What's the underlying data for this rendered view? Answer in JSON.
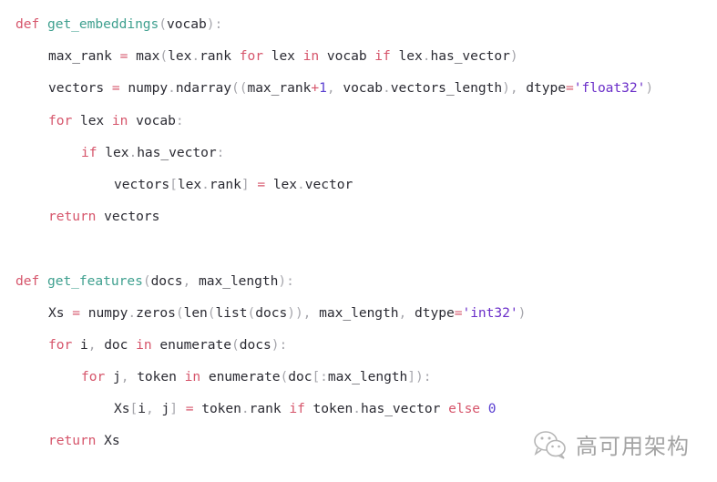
{
  "code": {
    "language": "python",
    "colors": {
      "keyword": "#d6556b",
      "function_name": "#3fa08f",
      "punctuation": "#a7a7ad",
      "number": "#5a3fd1",
      "string": "#6b2fc9",
      "text": "#2b2b33"
    },
    "lines": [
      {
        "indent": 0,
        "tokens": [
          {
            "t": "kw",
            "v": "def"
          },
          {
            "t": "plain",
            "v": " "
          },
          {
            "t": "fn",
            "v": "get_embeddings"
          },
          {
            "t": "punc",
            "v": "("
          },
          {
            "t": "plain",
            "v": "vocab"
          },
          {
            "t": "punc",
            "v": "):"
          }
        ]
      },
      {
        "indent": 1,
        "tokens": [
          {
            "t": "plain",
            "v": "max_rank "
          },
          {
            "t": "op",
            "v": "="
          },
          {
            "t": "plain",
            "v": " max"
          },
          {
            "t": "punc",
            "v": "("
          },
          {
            "t": "plain",
            "v": "lex"
          },
          {
            "t": "punc",
            "v": "."
          },
          {
            "t": "plain",
            "v": "rank "
          },
          {
            "t": "kw",
            "v": "for"
          },
          {
            "t": "plain",
            "v": " lex "
          },
          {
            "t": "kw",
            "v": "in"
          },
          {
            "t": "plain",
            "v": " vocab "
          },
          {
            "t": "kw",
            "v": "if"
          },
          {
            "t": "plain",
            "v": " lex"
          },
          {
            "t": "punc",
            "v": "."
          },
          {
            "t": "plain",
            "v": "has_vector"
          },
          {
            "t": "punc",
            "v": ")"
          }
        ]
      },
      {
        "indent": 1,
        "tokens": [
          {
            "t": "plain",
            "v": "vectors "
          },
          {
            "t": "op",
            "v": "="
          },
          {
            "t": "plain",
            "v": " numpy"
          },
          {
            "t": "punc",
            "v": "."
          },
          {
            "t": "plain",
            "v": "ndarray"
          },
          {
            "t": "punc",
            "v": "(("
          },
          {
            "t": "plain",
            "v": "max_rank"
          },
          {
            "t": "op",
            "v": "+"
          },
          {
            "t": "num",
            "v": "1"
          },
          {
            "t": "punc",
            "v": ","
          },
          {
            "t": "plain",
            "v": " vocab"
          },
          {
            "t": "punc",
            "v": "."
          },
          {
            "t": "plain",
            "v": "vectors_length"
          },
          {
            "t": "punc",
            "v": "),"
          },
          {
            "t": "plain",
            "v": " dtype"
          },
          {
            "t": "op",
            "v": "="
          },
          {
            "t": "str",
            "v": "'float32'"
          },
          {
            "t": "punc",
            "v": ")"
          }
        ]
      },
      {
        "indent": 1,
        "tokens": [
          {
            "t": "kw",
            "v": "for"
          },
          {
            "t": "plain",
            "v": " lex "
          },
          {
            "t": "kw",
            "v": "in"
          },
          {
            "t": "plain",
            "v": " vocab"
          },
          {
            "t": "punc",
            "v": ":"
          }
        ]
      },
      {
        "indent": 2,
        "tokens": [
          {
            "t": "kw",
            "v": "if"
          },
          {
            "t": "plain",
            "v": " lex"
          },
          {
            "t": "punc",
            "v": "."
          },
          {
            "t": "plain",
            "v": "has_vector"
          },
          {
            "t": "punc",
            "v": ":"
          }
        ]
      },
      {
        "indent": 3,
        "tokens": [
          {
            "t": "plain",
            "v": "vectors"
          },
          {
            "t": "punc",
            "v": "["
          },
          {
            "t": "plain",
            "v": "lex"
          },
          {
            "t": "punc",
            "v": "."
          },
          {
            "t": "plain",
            "v": "rank"
          },
          {
            "t": "punc",
            "v": "]"
          },
          {
            "t": "plain",
            "v": " "
          },
          {
            "t": "op",
            "v": "="
          },
          {
            "t": "plain",
            "v": " lex"
          },
          {
            "t": "punc",
            "v": "."
          },
          {
            "t": "plain",
            "v": "vector"
          }
        ]
      },
      {
        "indent": 1,
        "tokens": [
          {
            "t": "kw",
            "v": "return"
          },
          {
            "t": "plain",
            "v": " vectors"
          }
        ]
      },
      {
        "indent": 0,
        "tokens": []
      },
      {
        "indent": 0,
        "tokens": [
          {
            "t": "kw",
            "v": "def"
          },
          {
            "t": "plain",
            "v": " "
          },
          {
            "t": "fn",
            "v": "get_features"
          },
          {
            "t": "punc",
            "v": "("
          },
          {
            "t": "plain",
            "v": "docs"
          },
          {
            "t": "punc",
            "v": ","
          },
          {
            "t": "plain",
            "v": " max_length"
          },
          {
            "t": "punc",
            "v": "):"
          }
        ]
      },
      {
        "indent": 1,
        "tokens": [
          {
            "t": "plain",
            "v": "Xs "
          },
          {
            "t": "op",
            "v": "="
          },
          {
            "t": "plain",
            "v": " numpy"
          },
          {
            "t": "punc",
            "v": "."
          },
          {
            "t": "plain",
            "v": "zeros"
          },
          {
            "t": "punc",
            "v": "("
          },
          {
            "t": "plain",
            "v": "len"
          },
          {
            "t": "punc",
            "v": "("
          },
          {
            "t": "plain",
            "v": "list"
          },
          {
            "t": "punc",
            "v": "("
          },
          {
            "t": "plain",
            "v": "docs"
          },
          {
            "t": "punc",
            "v": ")),"
          },
          {
            "t": "plain",
            "v": " max_length"
          },
          {
            "t": "punc",
            "v": ","
          },
          {
            "t": "plain",
            "v": " dtype"
          },
          {
            "t": "op",
            "v": "="
          },
          {
            "t": "str",
            "v": "'int32'"
          },
          {
            "t": "punc",
            "v": ")"
          }
        ]
      },
      {
        "indent": 1,
        "tokens": [
          {
            "t": "kw",
            "v": "for"
          },
          {
            "t": "plain",
            "v": " i"
          },
          {
            "t": "punc",
            "v": ","
          },
          {
            "t": "plain",
            "v": " doc "
          },
          {
            "t": "kw",
            "v": "in"
          },
          {
            "t": "plain",
            "v": " enumerate"
          },
          {
            "t": "punc",
            "v": "("
          },
          {
            "t": "plain",
            "v": "docs"
          },
          {
            "t": "punc",
            "v": "):"
          }
        ]
      },
      {
        "indent": 2,
        "tokens": [
          {
            "t": "kw",
            "v": "for"
          },
          {
            "t": "plain",
            "v": " j"
          },
          {
            "t": "punc",
            "v": ","
          },
          {
            "t": "plain",
            "v": " token "
          },
          {
            "t": "kw",
            "v": "in"
          },
          {
            "t": "plain",
            "v": " enumerate"
          },
          {
            "t": "punc",
            "v": "("
          },
          {
            "t": "plain",
            "v": "doc"
          },
          {
            "t": "punc",
            "v": "[:"
          },
          {
            "t": "plain",
            "v": "max_length"
          },
          {
            "t": "punc",
            "v": "]):"
          }
        ]
      },
      {
        "indent": 3,
        "tokens": [
          {
            "t": "plain",
            "v": "Xs"
          },
          {
            "t": "punc",
            "v": "["
          },
          {
            "t": "plain",
            "v": "i"
          },
          {
            "t": "punc",
            "v": ","
          },
          {
            "t": "plain",
            "v": " j"
          },
          {
            "t": "punc",
            "v": "]"
          },
          {
            "t": "plain",
            "v": " "
          },
          {
            "t": "op",
            "v": "="
          },
          {
            "t": "plain",
            "v": " token"
          },
          {
            "t": "punc",
            "v": "."
          },
          {
            "t": "plain",
            "v": "rank "
          },
          {
            "t": "kw",
            "v": "if"
          },
          {
            "t": "plain",
            "v": " token"
          },
          {
            "t": "punc",
            "v": "."
          },
          {
            "t": "plain",
            "v": "has_vector "
          },
          {
            "t": "kw",
            "v": "else"
          },
          {
            "t": "plain",
            "v": " "
          },
          {
            "t": "num",
            "v": "0"
          }
        ]
      },
      {
        "indent": 1,
        "tokens": [
          {
            "t": "kw",
            "v": "return"
          },
          {
            "t": "plain",
            "v": " Xs"
          }
        ]
      }
    ]
  },
  "watermark": {
    "icon": "wechat-icon",
    "text": "高可用架构"
  }
}
